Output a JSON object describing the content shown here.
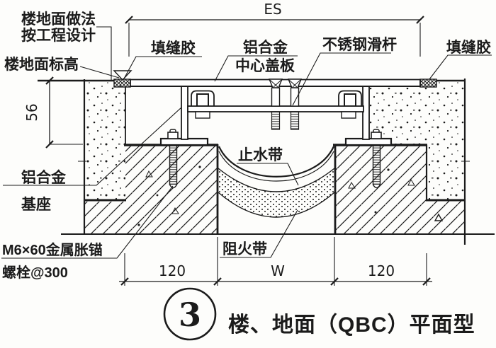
{
  "page": {
    "ink": "#1b1b1b",
    "paper": "#fdfdfb",
    "type": "construction-detail-drawing"
  },
  "labels": {
    "floor_method_line1": "楼地面做法",
    "floor_method_line2": "按工程设计",
    "floor_level": "楼地面标高",
    "sealant_left": "填缝胶",
    "cover_plate_line1": "铝合金",
    "cover_plate_line2": "中心盖板",
    "slide_rod": "不锈钢滑杆",
    "sealant_right": "填缝胶",
    "waterstop": "止水带",
    "base_line1": "铝合金",
    "base_line2": "基座",
    "anchor_line1": "M6×60金属胀锚",
    "anchor_line2": "螺栓@300",
    "fire_barrier": "阻火带"
  },
  "dimensions": {
    "top_span": "ES",
    "left_height": "56",
    "bottom_left": "120",
    "bottom_middle": "W",
    "bottom_right": "120"
  },
  "title": {
    "number": "3",
    "text": "楼、地面（QBC）平面型"
  }
}
